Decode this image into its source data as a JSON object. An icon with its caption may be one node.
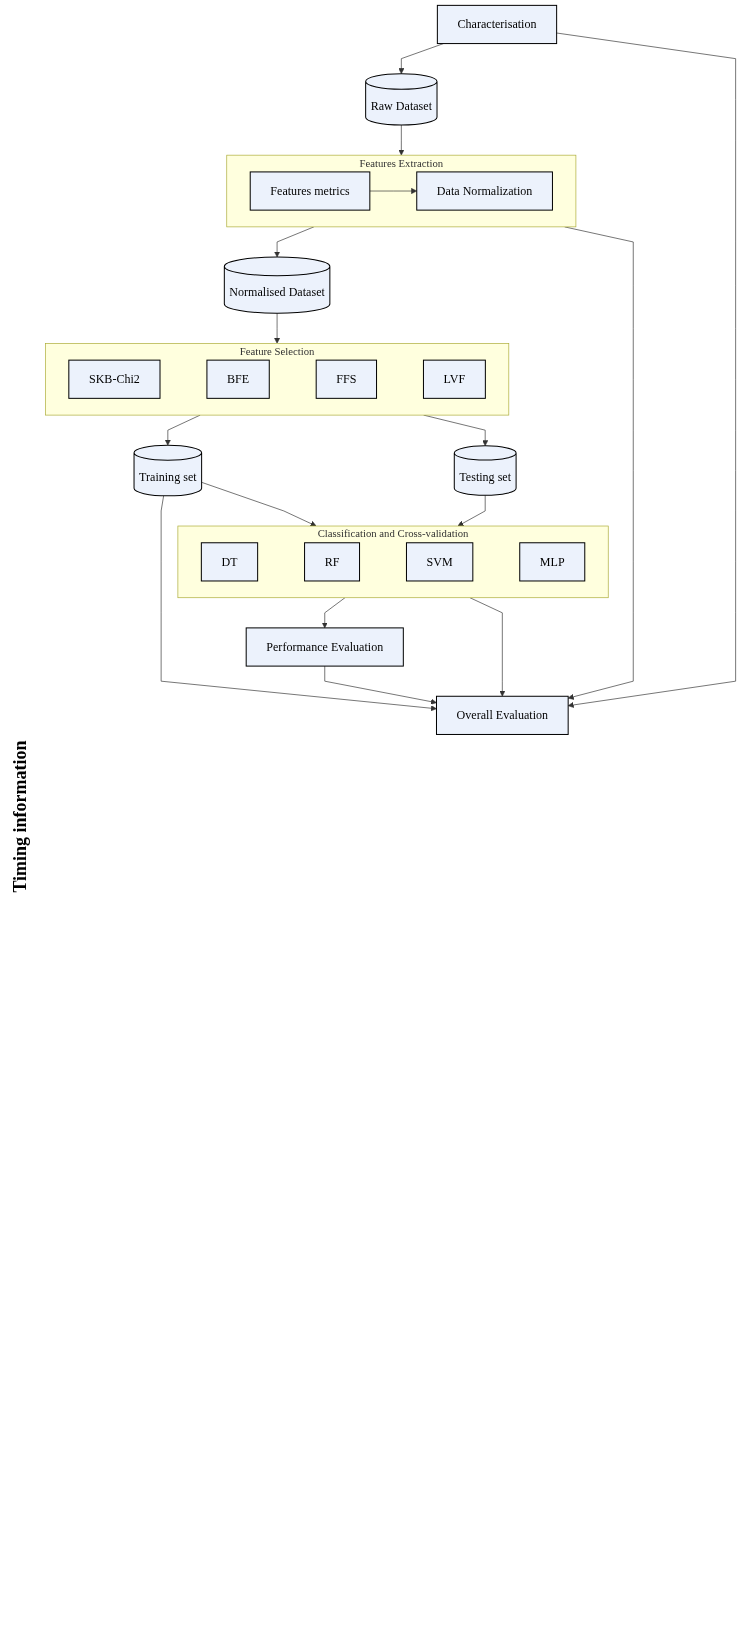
{
  "diagram": {
    "nodes": [
      {
        "text": [
          "Characterisation"
        ]
      },
      {
        "text": [
          "Raw Dataset"
        ]
      },
      {
        "text": [
          "Features Extraction"
        ]
      },
      {
        "text": [
          "Features metrics"
        ],
        "in": 2
      },
      {
        "text": [
          "Data Normalization"
        ],
        "in": 2
      },
      {
        "text": [
          "Normalised Dataset"
        ]
      },
      {
        "text": [
          "Feature Selection"
        ]
      },
      {
        "text": [
          "SKB-Chi2"
        ],
        "in": 6
      },
      {
        "text": [
          "BFE"
        ],
        "in": 6
      },
      {
        "text": [
          "FFS"
        ],
        "in": 6
      },
      {
        "text": [
          "LVF"
        ],
        "in": 6
      },
      {
        "text": [
          "Training set"
        ]
      },
      {
        "text": [
          "Testing set"
        ]
      },
      {
        "text": [
          "Classification and Cross-validation"
        ]
      },
      {
        "text": [
          "DT"
        ],
        "in": 13
      },
      {
        "text": [
          "RF"
        ],
        "in": 13
      },
      {
        "text": [
          "SVM"
        ],
        "in": 13
      },
      {
        "text": [
          "MLP"
        ],
        "in": 13
      },
      {
        "text": [
          "Performance Evaluation"
        ]
      },
      {
        "text": [
          "Overall Evaluation"
        ]
      }
    ],
    "edges": [
      {
        "from": 0,
        "to": 1,
        "arrow": "to"
      },
      {
        "from": 1,
        "to": 2,
        "arrow": "to"
      },
      {
        "from": 3,
        "to": 4,
        "arrow": "to"
      },
      {
        "from": 2,
        "to": 5,
        "arrow": "to"
      },
      {
        "from": 5,
        "to": 6,
        "arrow": "to"
      },
      {
        "from": 6,
        "to": 11,
        "arrow": "to"
      },
      {
        "from": 6,
        "to": 12,
        "arrow": "to"
      },
      {
        "from": 11,
        "to": 13,
        "arrow": "to"
      },
      {
        "from": 12,
        "to": 13,
        "arrow": "to"
      },
      {
        "from": 13,
        "to": 18,
        "arrow": "to"
      },
      {
        "from": 18,
        "to": 19,
        "arrow": "to"
      },
      {
        "from": 0,
        "to": 19,
        "arrow": "to"
      },
      {
        "from": 2,
        "to": 19,
        "arrow": "to"
      },
      {
        "from": 11,
        "to": 19,
        "arrow": "to"
      },
      {
        "from": 13,
        "to": 19,
        "arrow": "to"
      }
    ],
    "labels": [
      "Timing information"
    ]
  }
}
